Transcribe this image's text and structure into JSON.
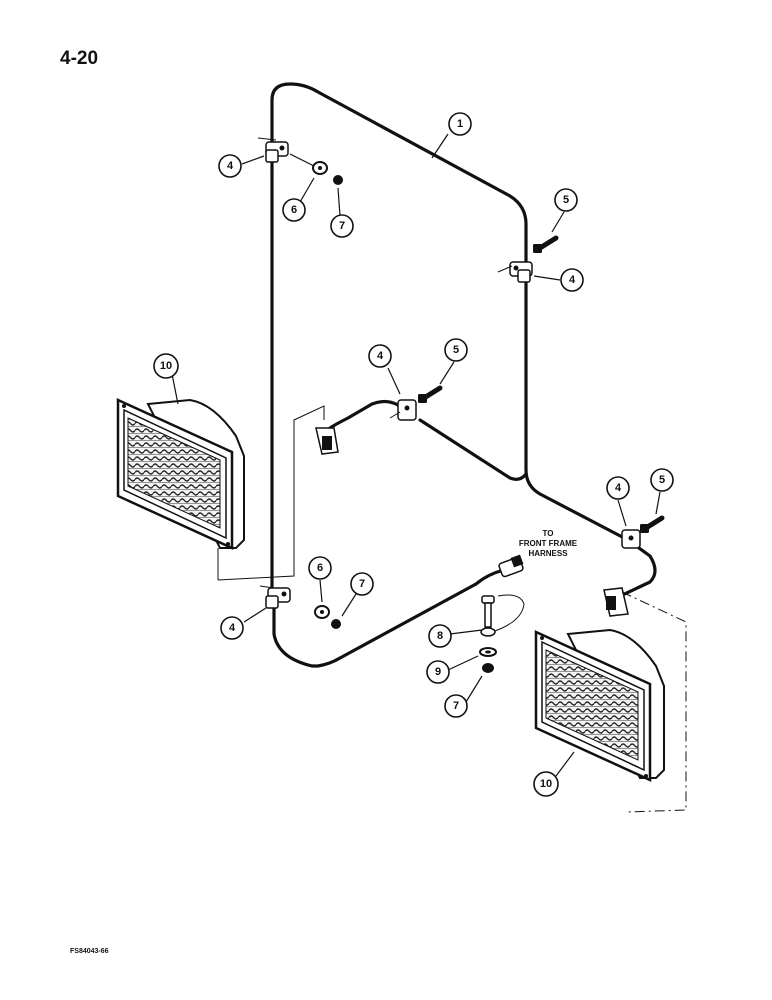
{
  "page": {
    "page_number": "4-20",
    "figure_code": "FS84043-66"
  },
  "note": {
    "lines": [
      "TO",
      "FRONT FRAME",
      "HARNESS"
    ]
  },
  "callouts": {
    "c1": "1",
    "c4a": "4",
    "c4b": "4",
    "c4c": "4",
    "c4d": "4",
    "c4e": "4",
    "c5a": "5",
    "c5b": "5",
    "c5c": "5",
    "c6a": "6",
    "c6b": "6",
    "c7a": "7",
    "c7b": "7",
    "c7c": "7",
    "c8": "8",
    "c9": "9",
    "c10a": "10",
    "c10b": "10"
  }
}
